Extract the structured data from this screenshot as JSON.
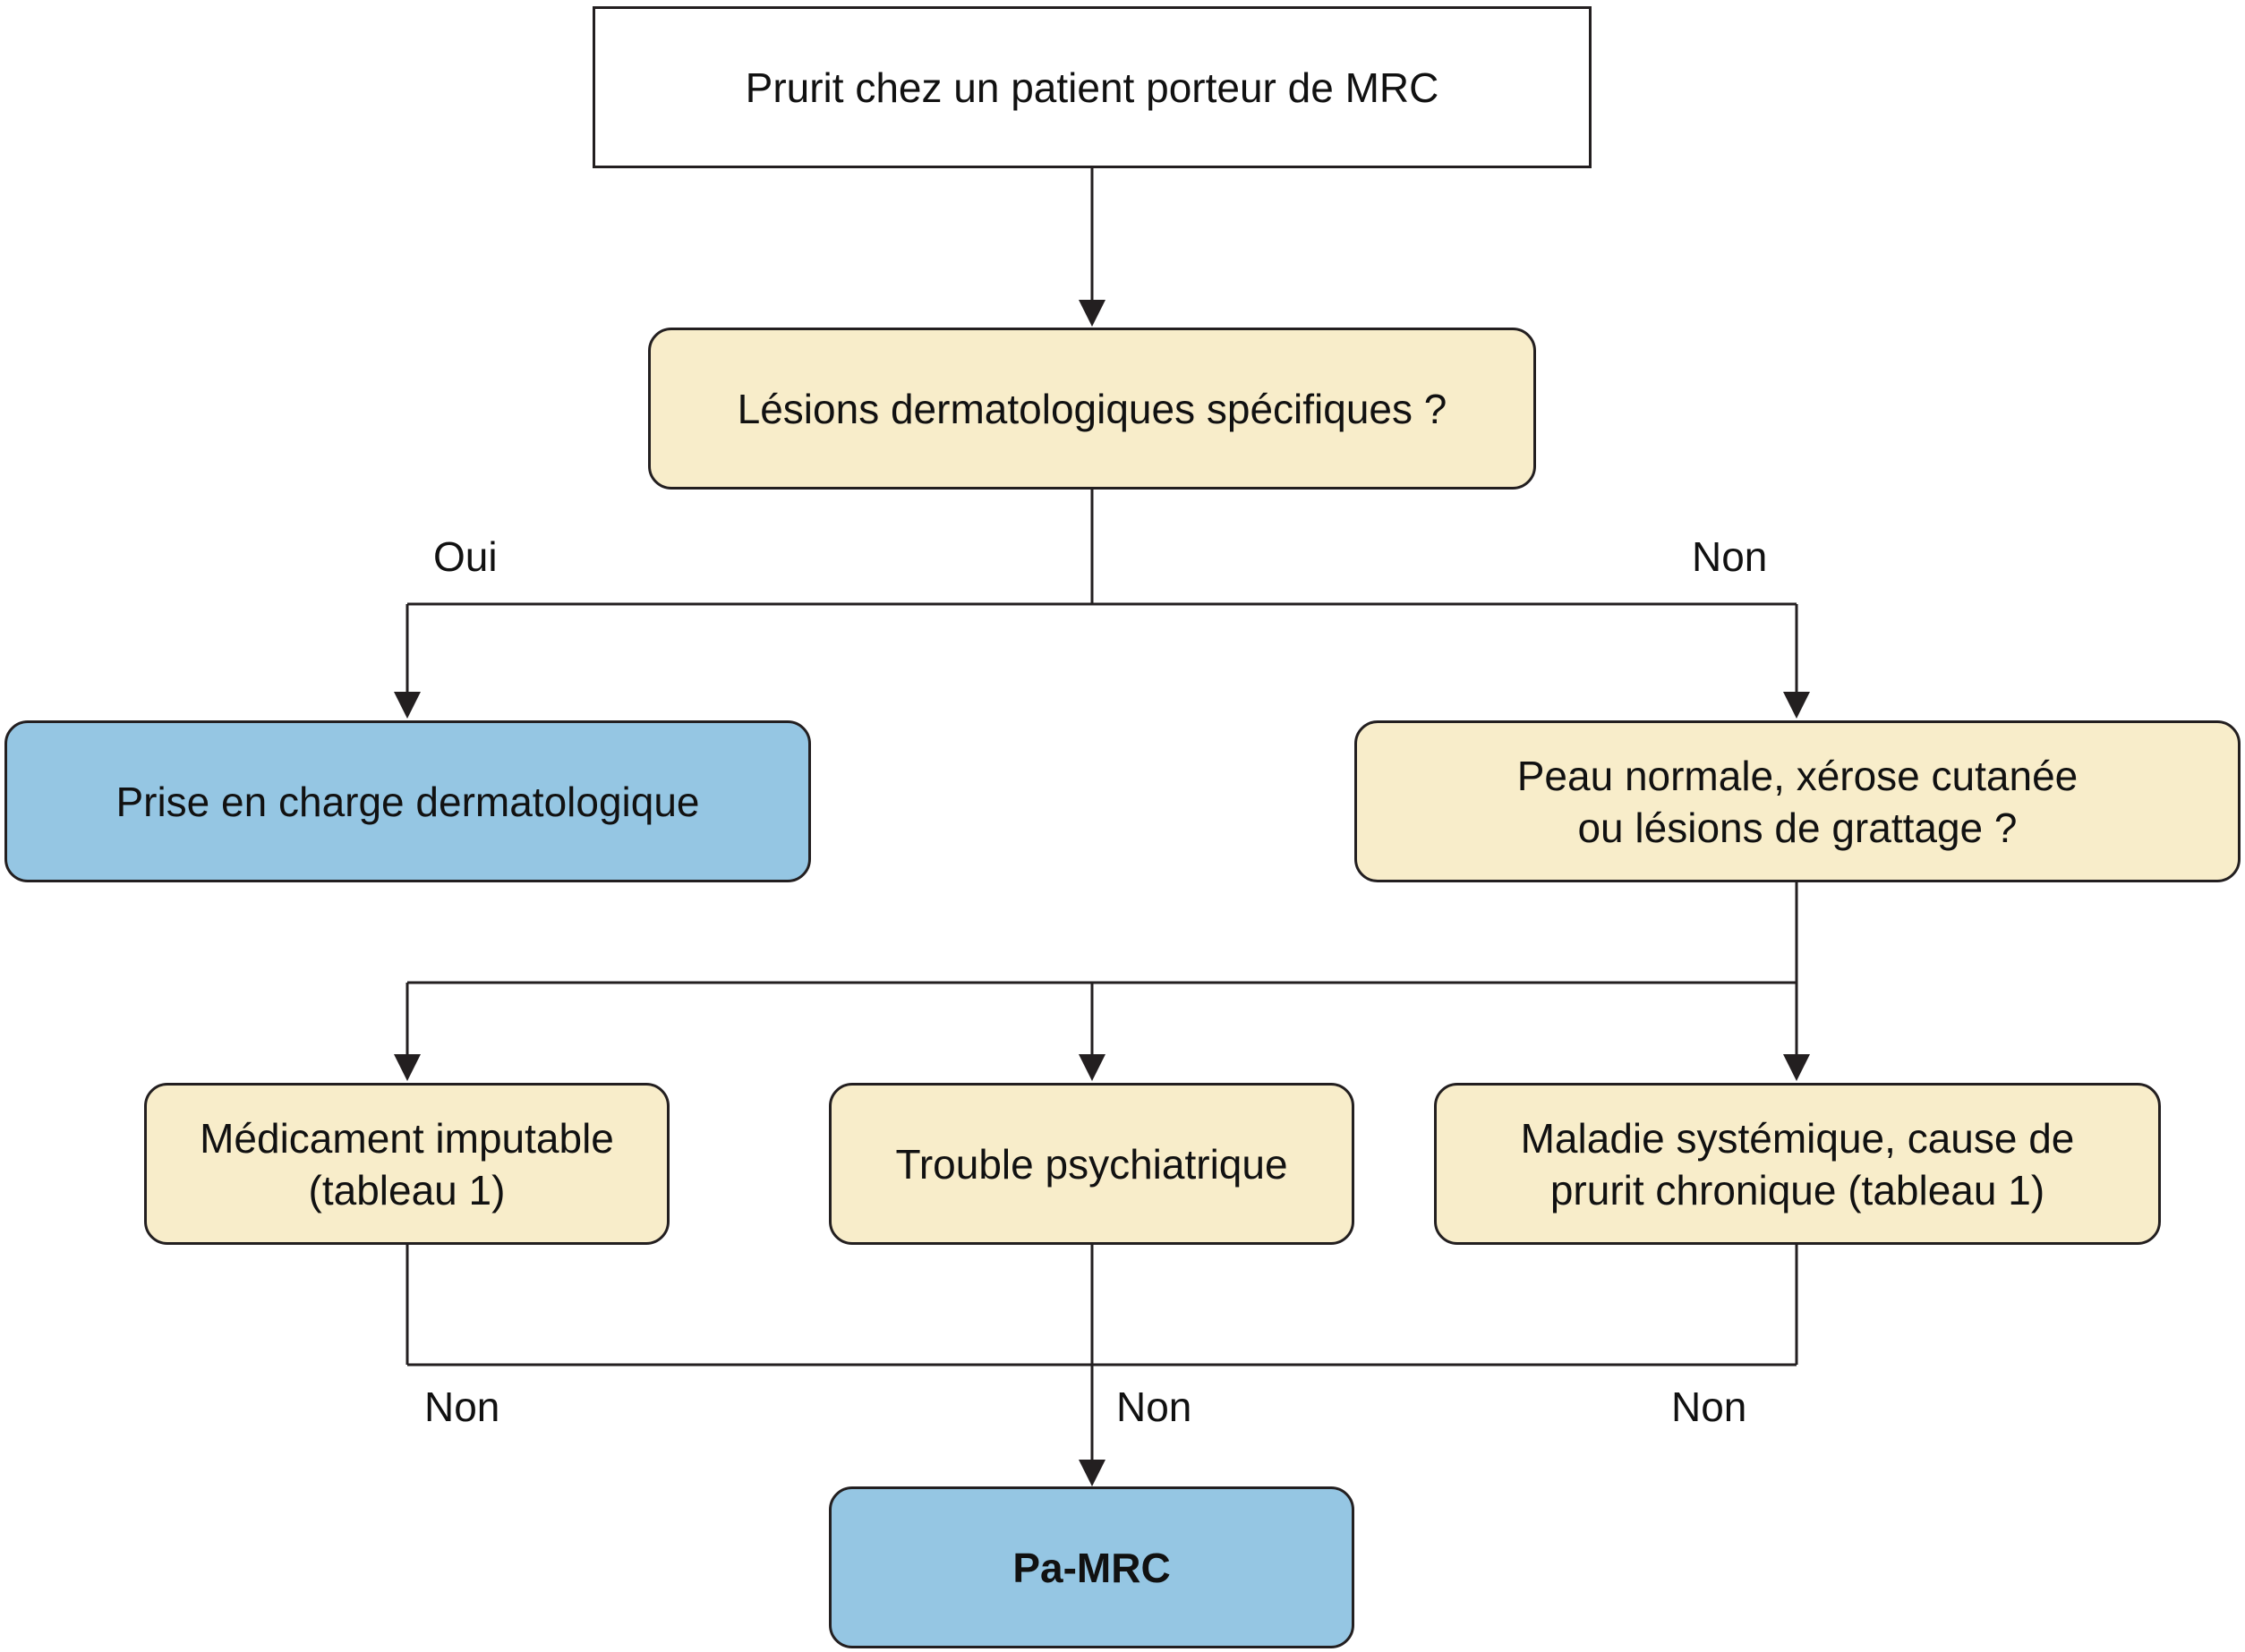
{
  "nodes": {
    "start": "Prurit chez un patient porteur de MRC",
    "q1": "Lésions dermatologiques spécifiques ?",
    "derm": "Prise en charge dermatologique",
    "q2": "Peau normale, xérose cutanée\nou lésions de grattage ?",
    "med": "Médicament imputable\n(tableau 1)",
    "psy": "Trouble psychiatrique",
    "sys": "Maladie systémique, cause de\nprurit chronique (tableau 1)",
    "end": "Pa-MRC"
  },
  "labels": {
    "oui": "Oui",
    "non_top": "Non",
    "non_left": "Non",
    "non_mid": "Non",
    "non_right": "Non"
  },
  "colors": {
    "line": "#231f20",
    "decision_fill": "#f8edca",
    "terminal_fill": "#95c6e3",
    "start_fill": "#ffffff"
  }
}
